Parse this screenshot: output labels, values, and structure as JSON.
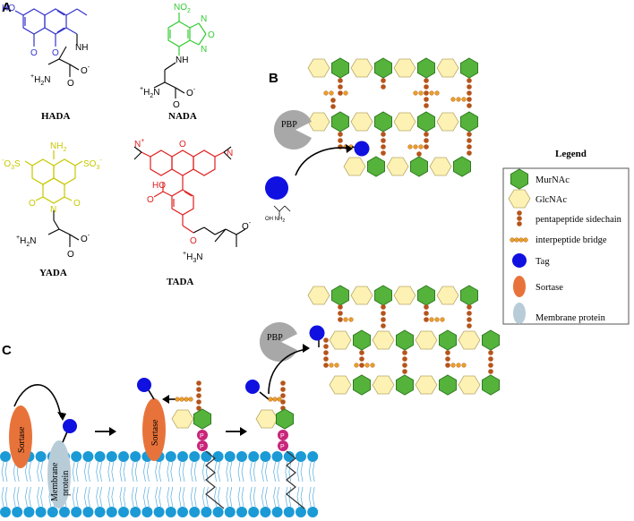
{
  "panels": {
    "a": "A",
    "b": "B",
    "c": "C"
  },
  "compounds": {
    "hada": {
      "name": "HADA",
      "color": "#3333cc",
      "ho": "HO",
      "o1": "O",
      "o2": "O",
      "nh": "NH",
      "h2n": "H",
      "n2": "N",
      "plus": "+",
      "two": "2",
      "o3": "O",
      "o4": "O",
      "minus": "-"
    },
    "nada": {
      "name": "NADA",
      "color": "#33cc33",
      "no2": "NO",
      "sub2": "2",
      "nlet": "N",
      "olet": "O",
      "n2let": "N",
      "nh": "NH",
      "h2n": "H",
      "n3": "N",
      "plus": "+",
      "two": "2",
      "o3": "O",
      "o4": "O",
      "minus": "-"
    },
    "yada": {
      "name": "YADA",
      "color": "#c8c800",
      "nh2": "NH",
      "sub2": "2",
      "so3l": "O",
      "so3lpre": "-",
      "so3lS": "S",
      "so3lsub": "3",
      "so3r": "SO",
      "so3rsub": "3",
      "so3rminus": "-",
      "o1": "O",
      "o2": "O",
      "n": "N",
      "h2n": "H",
      "n3": "N",
      "plus": "+",
      "two": "2",
      "o3": "O",
      "o4": "O",
      "minus": "-"
    },
    "tada": {
      "name": "TADA",
      "color": "#e02020",
      "nplus": "N",
      "plus1": "+",
      "nright": "N",
      "olet": "O",
      "oh": "HO",
      "o2": "O",
      "o3": "O",
      "o4": "O",
      "minus": "-",
      "h3n": "H",
      "h3sub": "3",
      "n3": "N",
      "plus": "+"
    }
  },
  "legend": {
    "title": "Legend",
    "items": [
      {
        "label": "MurNAc",
        "symbol": "murnac-hexagon",
        "color": "#55b33b"
      },
      {
        "label": "GlcNAc",
        "symbol": "glcnac-hexagon",
        "color": "#fdf2b3"
      },
      {
        "label": "pentapeptide sidechain",
        "symbol": "vertical-beads",
        "color": "#b5541b"
      },
      {
        "label": "interpeptide bridge",
        "symbol": "horizontal-beads",
        "color": "#e69f2a"
      },
      {
        "label": "Tag",
        "symbol": "blue-circle",
        "color": "#1010e0"
      },
      {
        "label": "Sortase",
        "symbol": "orange-ellipse",
        "color": "#e8733a"
      },
      {
        "label": "Membrane protein",
        "symbol": "grey-ellipse",
        "color": "#b8ccd8"
      }
    ]
  },
  "labels": {
    "pbp_b": "PBP",
    "pbp_c": "PBP",
    "sortase1": "Sortase",
    "sortase2": "Sortase",
    "membrane_protein_line1": "Membrane",
    "membrane_protein_line2": "protein",
    "phosphate": "P",
    "amino_acid": "OH   NH",
    "amino_acid_sub": "2"
  }
}
